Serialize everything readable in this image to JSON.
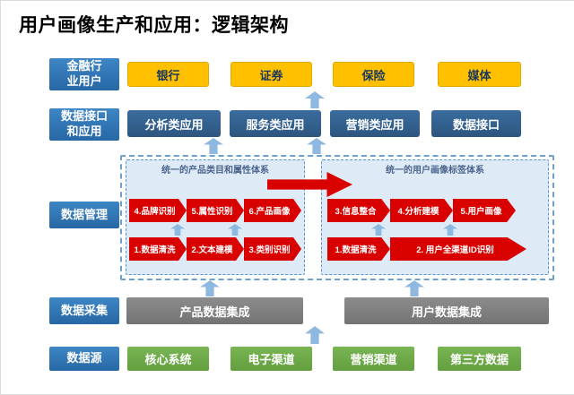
{
  "page": {
    "title": "用户画像生产和应用：逻辑架构"
  },
  "layers": {
    "industry": {
      "label": "金融行\n业用户",
      "items": [
        "银行",
        "证券",
        "保险",
        "媒体"
      ]
    },
    "apps": {
      "label": "数据接口\n和应用",
      "items": [
        "分析类应用",
        "服务类应用",
        "营销类应用",
        "数据接口"
      ]
    },
    "management": {
      "label": "数据管理",
      "product_group": {
        "title": "统一的产品类目和属性体系",
        "top_steps": [
          "4.品牌识别",
          "5.属性识别",
          "6.产品画像"
        ],
        "bottom_steps": [
          "1.数据清洗",
          "2.文本建模",
          "3.类别识别"
        ]
      },
      "user_group": {
        "title": "统一的用户画像标签体系",
        "top_steps": [
          "3.信息整合",
          "4.分析建模",
          "5.用户画像"
        ],
        "bottom_steps": [
          "1.数据清洗",
          "2. 用户全渠道ID识别"
        ]
      }
    },
    "collection": {
      "label": "数据采集",
      "items": [
        "产品数据集成",
        "用户数据集成"
      ]
    },
    "source": {
      "label": "数据源",
      "items": [
        "核心系统",
        "电子渠道",
        "营销渠道",
        "第三方数据"
      ]
    }
  },
  "colors": {
    "layer_label_blue": "#2E74B5",
    "industry_yellow": "#FFC000",
    "app_dark_blue": "#31608F",
    "process_red": "#D90000",
    "collection_gray": "#7F7F7F",
    "source_green": "#6FAD47",
    "panel_fill": "#DEEBF7",
    "arrow_blue": "#8FB8E0"
  }
}
